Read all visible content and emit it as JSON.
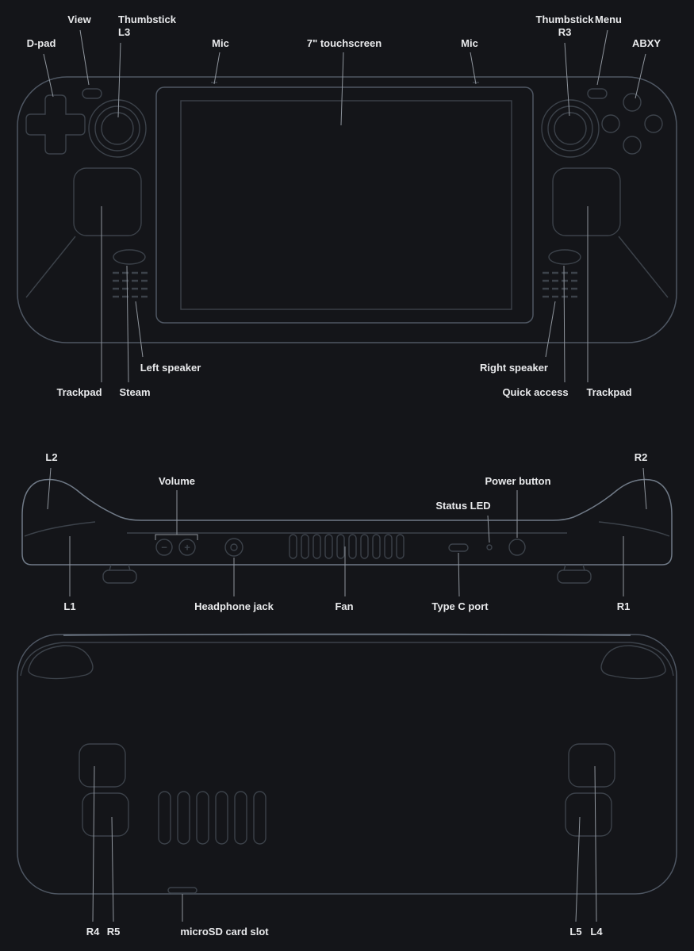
{
  "colors": {
    "background": "#141519",
    "outline": "#4e5662",
    "outline_dim": "#3c424a",
    "outline_bright": "#707a87",
    "leader": "#8f959d",
    "label": "#e9eaec"
  },
  "front_view": {
    "labels": {
      "view": "View",
      "thumbstick_l3_line1": "Thumbstick",
      "thumbstick_l3_line2": "L3",
      "dpad": "D-pad",
      "mic_left": "Mic",
      "touchscreen": "7\" touchscreen",
      "mic_right": "Mic",
      "thumbstick_r3_line1": "Thumbstick",
      "thumbstick_r3_line2": "R3",
      "menu": "Menu",
      "abxy": "ABXY",
      "left_speaker": "Left speaker",
      "trackpad_left": "Trackpad",
      "steam": "Steam",
      "right_speaker": "Right speaker",
      "quick_access": "Quick access",
      "trackpad_right": "Trackpad"
    }
  },
  "top_view": {
    "labels": {
      "l2": "L2",
      "volume": "Volume",
      "status_led": "Status LED",
      "power_button": "Power button",
      "r2": "R2",
      "l1": "L1",
      "headphone_jack": "Headphone jack",
      "fan": "Fan",
      "type_c_port": "Type C port",
      "r1": "R1"
    },
    "glyphs": {
      "volume_minus": "−",
      "volume_plus": "+"
    }
  },
  "back_view": {
    "labels": {
      "r4": "R4",
      "r5": "R5",
      "microsd_slot": "microSD card slot",
      "l5": "L5",
      "l4": "L4"
    }
  }
}
